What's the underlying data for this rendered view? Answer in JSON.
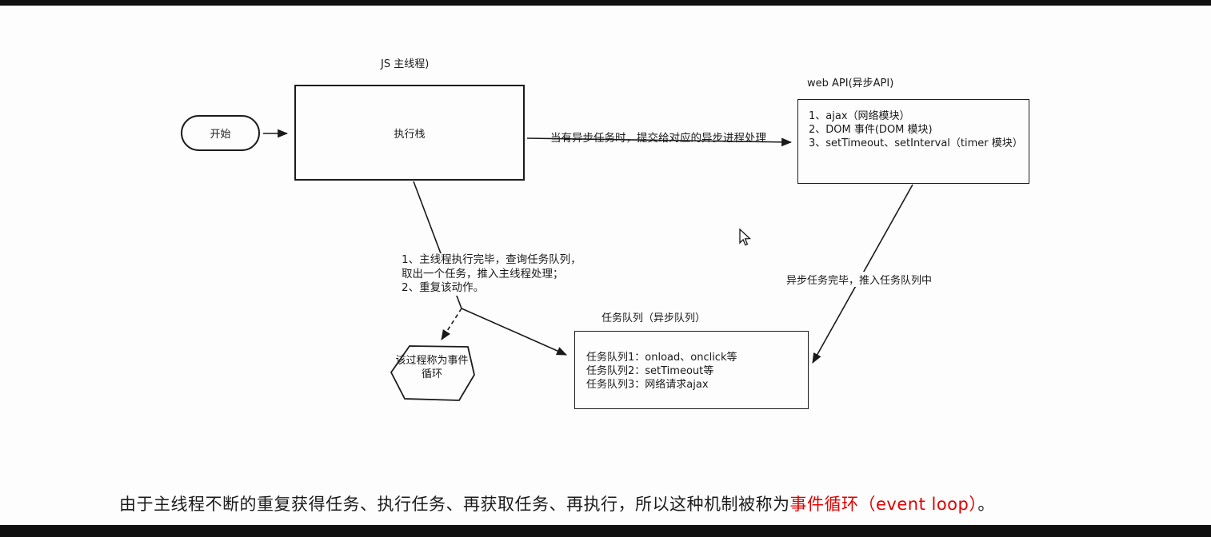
{
  "colors": {
    "background": "#fdfdfd",
    "line": "#1a1a1a",
    "letterbox": "#101010",
    "accent_red": "#e10000"
  },
  "diagram": {
    "start": {
      "label": "开始"
    },
    "main_thread_label": "JS 主线程)",
    "exec_stack_label": "执行栈",
    "edge_async_label": "当有异步任务时，提交给对应的异步进程处理",
    "web_api": {
      "title": "web API(异步API)",
      "lines": [
        "1、ajax（网络模块）",
        "2、DOM 事件(DOM 模块)",
        "3、setTimeout、setInterval（timer 模块）"
      ]
    },
    "edge_queue_label": "异步任务完毕，推入任务队列中",
    "task_queue": {
      "title": "任务队列（异步队列）",
      "lines": [
        "任务队列1：onload、onclick等",
        "任务队列2：setTimeout等",
        "任务队列3：网络请求ajax"
      ]
    },
    "note": {
      "lines": [
        "1、主线程执行完毕，查询任务队列，",
        "取出一个任务，推入主线程处理；",
        "2、重复该动作。"
      ]
    },
    "hexagon_label": "该过程称为事件循环"
  },
  "caption": {
    "parts": [
      {
        "text": "由于主线程不断的重复获得任务、执行任务、再获取任务、再执行，所以这种机制被称为",
        "color": "#1b1b1b"
      },
      {
        "text": "事件循环（event loop）",
        "color": "#e10000"
      },
      {
        "text": "。",
        "color": "#1b1b1b"
      }
    ]
  }
}
